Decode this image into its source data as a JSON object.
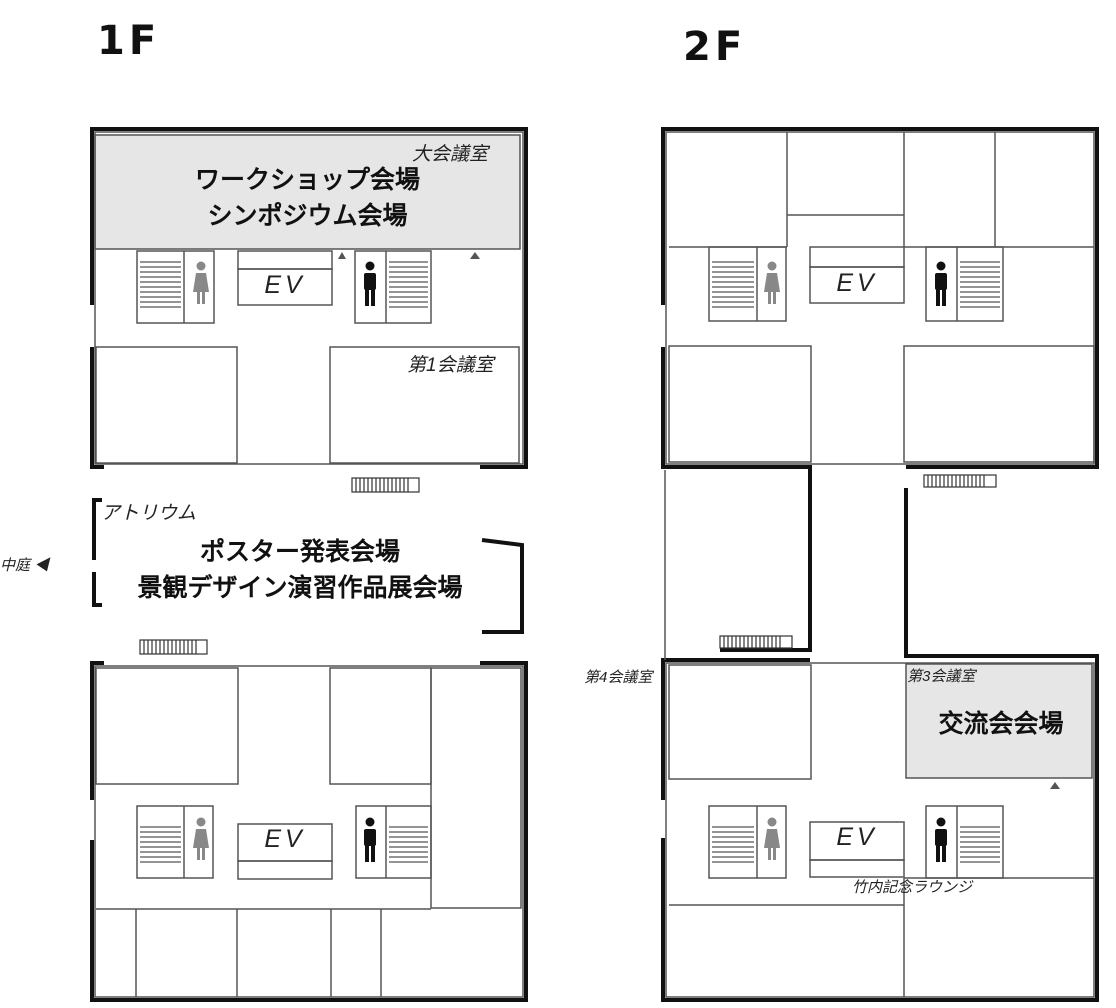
{
  "floors": [
    {
      "label": "1F",
      "rooms": {
        "large_hall": "大会議室",
        "conf1": "第1会議室",
        "atrium": "アトリウム",
        "courtyard": "中庭 ◀"
      },
      "events": {
        "large_hall": [
          "ワークショップ会場",
          "シンポジウム会場"
        ],
        "atrium": [
          "ポスター発表会場",
          "景観デザイン演習作品展会場"
        ]
      },
      "elevator": [
        "EV",
        "EV"
      ]
    },
    {
      "label": "2F",
      "rooms": {
        "conf3": "第3会議室",
        "conf4": "第4会議室",
        "lounge": "竹内記念ラウンジ"
      },
      "events": {
        "conf3": [
          "交流会会場"
        ]
      },
      "elevator": [
        "EV",
        "EV"
      ]
    }
  ],
  "colors": {
    "highlight": "#e6e6e6",
    "wall": "#111111",
    "line": "#555555",
    "women_icon": "#888888",
    "men_icon": "#111111"
  },
  "icons": [
    "women-restroom-icon",
    "men-restroom-icon",
    "stairs-icon",
    "entrance-arrow-icon"
  ]
}
